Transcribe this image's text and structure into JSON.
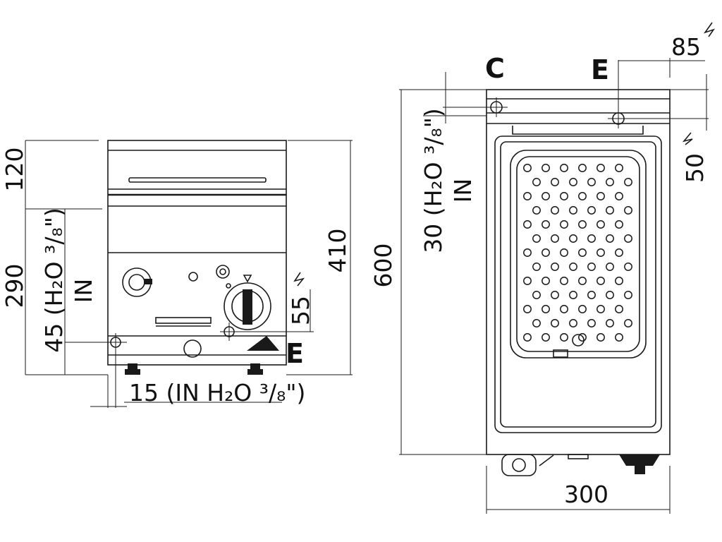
{
  "front_view": {
    "dim_height_top": "120",
    "dim_height_lower": "290",
    "dim_height_total": "410",
    "dim_gas_inlet_text": "45 (H₂O ³/₈\")",
    "dim_gas_inlet_in": "IN",
    "dim_electric": "55",
    "dim_bottom_inlet": "15 (IN H₂O ³/₈\")",
    "label_e": "E"
  },
  "side_view": {
    "label_c": "C",
    "label_e": "E",
    "dim_top_right": "85",
    "dim_right": "50",
    "dim_water": "30 (H₂O ³/₈\")",
    "dim_water_in": "IN",
    "dim_depth": "600",
    "dim_width": "300"
  },
  "icons": {
    "electric_symbol": "lightning-icon",
    "connection_symbol": "connection-point-icon"
  }
}
